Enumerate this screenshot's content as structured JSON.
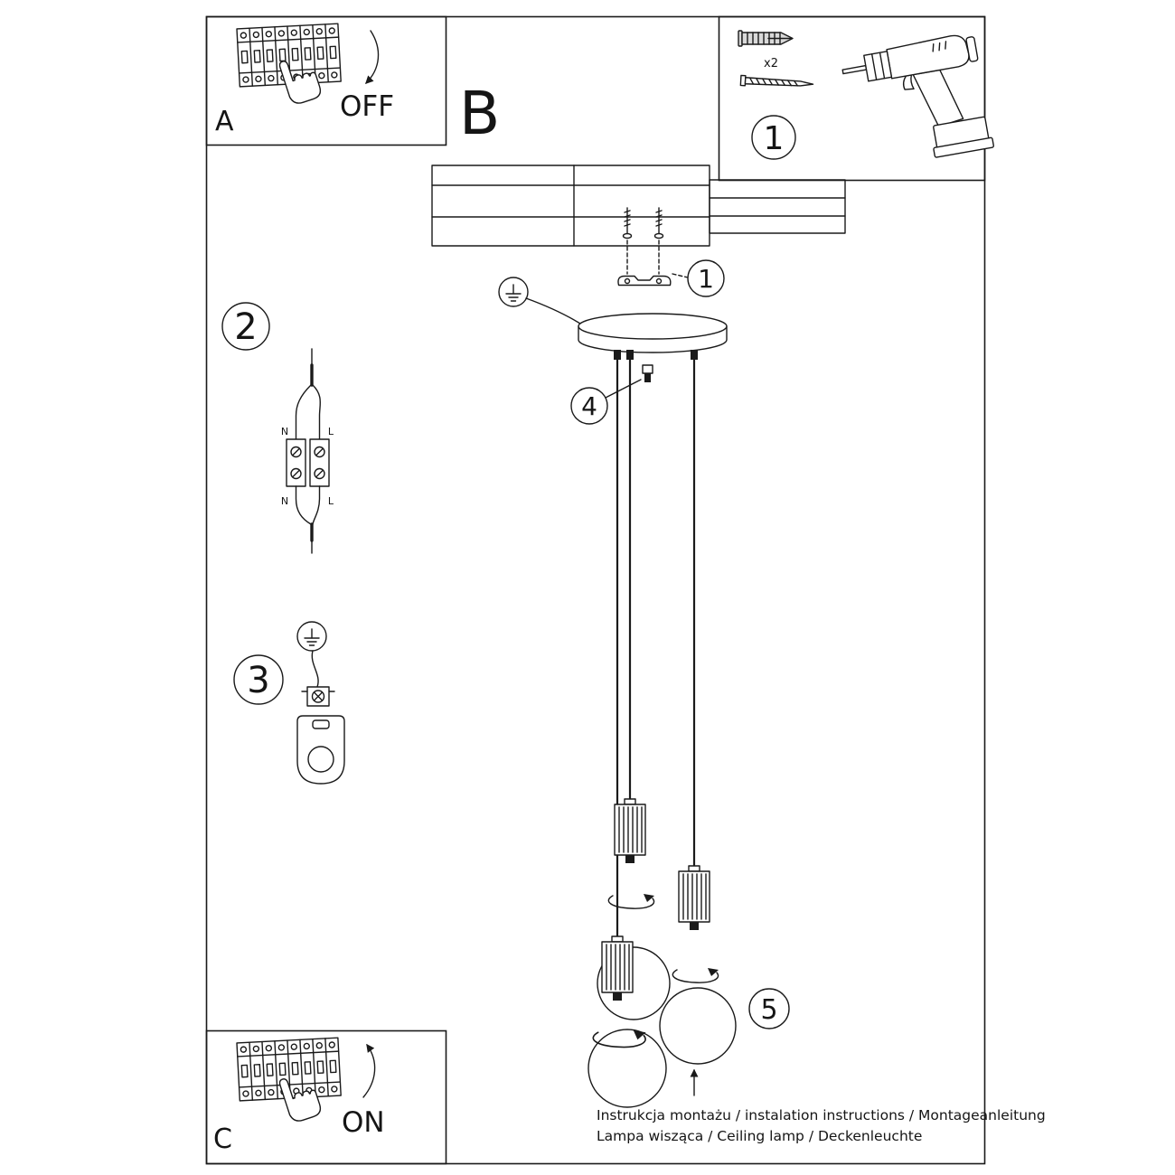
{
  "colors": {
    "ink": "#1a1a1a",
    "paper": "#ffffff"
  },
  "panel_a": {
    "label": "A",
    "state": "OFF"
  },
  "panel_c": {
    "label": "C",
    "state": "ON"
  },
  "section": {
    "label": "B"
  },
  "hardware": {
    "step": "1",
    "anchor_count": "x2"
  },
  "steps": {
    "two": "2",
    "three": "3"
  },
  "callouts": {
    "bracket": "1",
    "grip": "4",
    "globe": "5"
  },
  "wiring": {
    "n_top": "N",
    "l_top": "L",
    "n_bottom": "N",
    "l_bottom": "L"
  },
  "footer": {
    "line1": "Instrukcja montażu / instalation instructions / Montageanleitung",
    "line2": "Lampa wisząca / Ceiling lamp / Deckenleuchte"
  }
}
